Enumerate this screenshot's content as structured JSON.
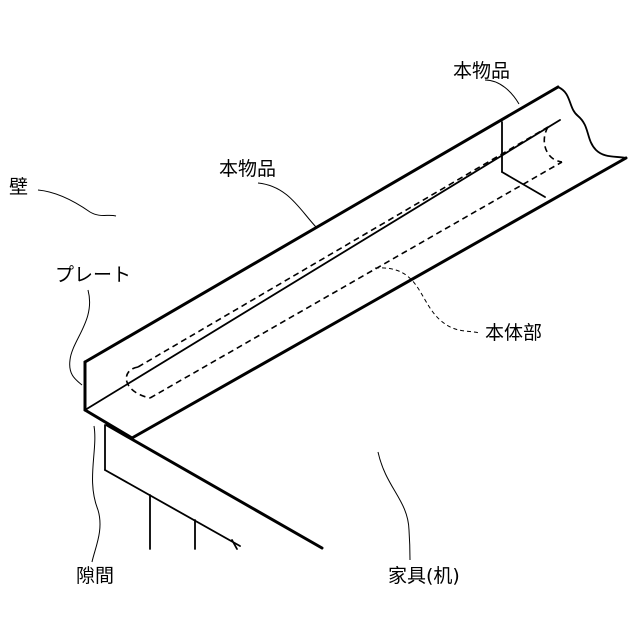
{
  "labels": {
    "product_top": "本物品",
    "product_mid": "本物品",
    "wall": "壁",
    "plate": "プレート",
    "main_body": "本体部",
    "gap": "隙間",
    "furniture": "家具(机)"
  }
}
